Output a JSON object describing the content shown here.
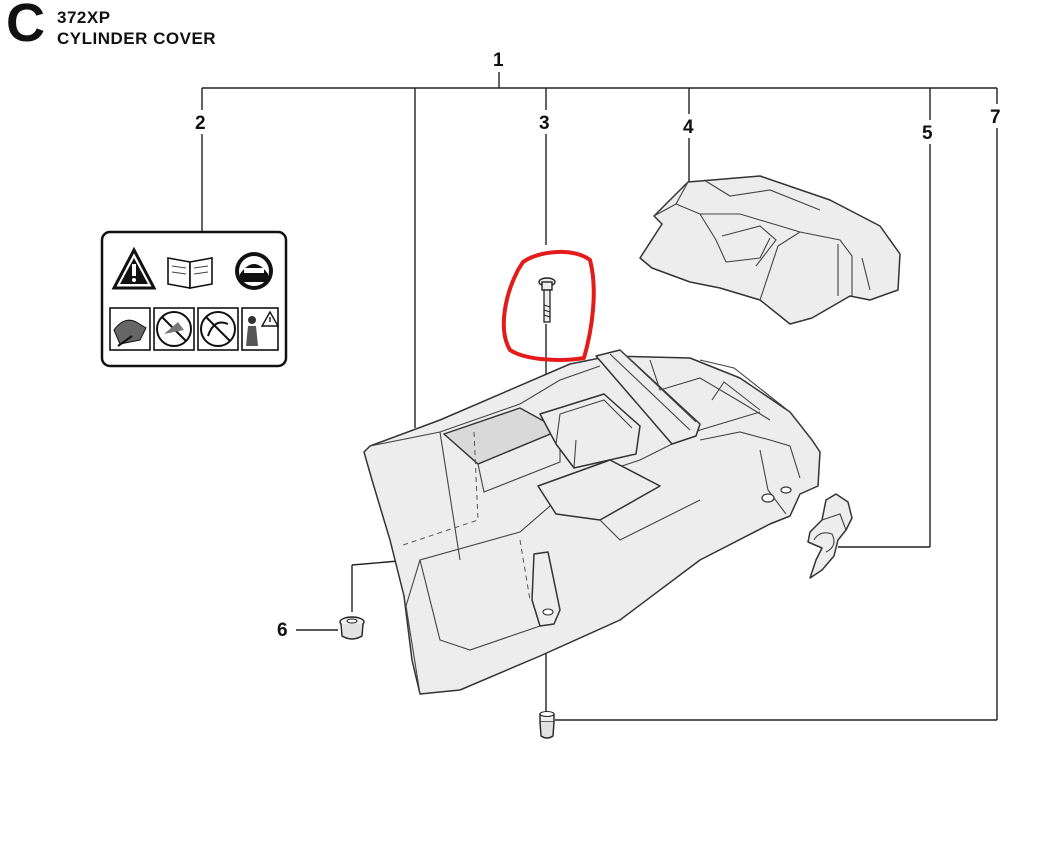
{
  "header": {
    "section_letter": "C",
    "model": "372XP",
    "title": "CYLINDER COVER"
  },
  "callouts": [
    {
      "id": "1",
      "label": "1"
    },
    {
      "id": "2",
      "label": "2"
    },
    {
      "id": "3",
      "label": "3"
    },
    {
      "id": "4",
      "label": "4"
    },
    {
      "id": "5",
      "label": "5"
    },
    {
      "id": "6",
      "label": "6"
    },
    {
      "id": "7",
      "label": "7"
    }
  ],
  "sticker_icons": [
    "warning-triangle-icon",
    "manual-book-icon",
    "ear-eye-protection-icon",
    "kickback-hand-icon",
    "one-hand-prohibited-icon",
    "kickback-prohibited-icon",
    "person-warning-icon"
  ],
  "colors": {
    "highlight": "#e31b1b",
    "line": "#222222",
    "part_fill": "#ededed"
  }
}
